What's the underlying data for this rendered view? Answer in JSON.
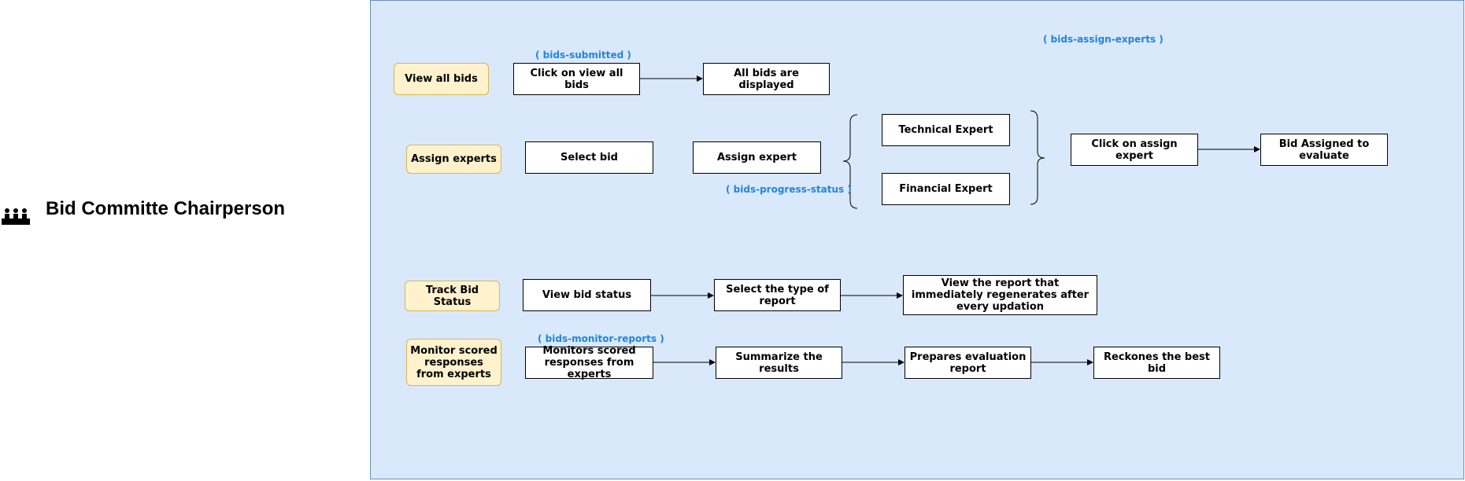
{
  "actor": {
    "icon": "committee-icon",
    "title": "Bid Committe Chairperson"
  },
  "colors": {
    "panel_bg": "#dae8fc",
    "panel_border": "#6c8ebf",
    "activity_bg": "#fff2cc",
    "activity_border": "#d6b656",
    "tag_text": "#1c86e0"
  },
  "tags": {
    "bids_submitted": "( bids-submitted )",
    "bids_assign_experts": "( bids-assign-experts )",
    "bids_progress_status": "( bids-progress-status )",
    "bids_monitor_reports": "( bids-monitor-reports )"
  },
  "rows": {
    "view_bids": {
      "activity": "View all  bids",
      "steps": [
        "Click on view all bids",
        "All bids are displayed"
      ]
    },
    "assign_experts": {
      "activity": "Assign experts",
      "steps": [
        "Select bid",
        "Assign expert"
      ],
      "experts": [
        "Technical Expert",
        "Financial Expert"
      ],
      "after": [
        "Click on assign expert",
        "Bid Assigned to evaluate"
      ]
    },
    "track_status": {
      "activity": "Track Bid Status",
      "steps": [
        "View bid status",
        "Select the type of report",
        "View the report that immediately regenerates after every updation"
      ]
    },
    "monitor": {
      "activity": "Monitor scored responses from experts",
      "steps": [
        "Monitors scored responses from experts",
        "Summarize the results",
        "Prepares evaluation report",
        "Reckones the best bid"
      ]
    }
  }
}
